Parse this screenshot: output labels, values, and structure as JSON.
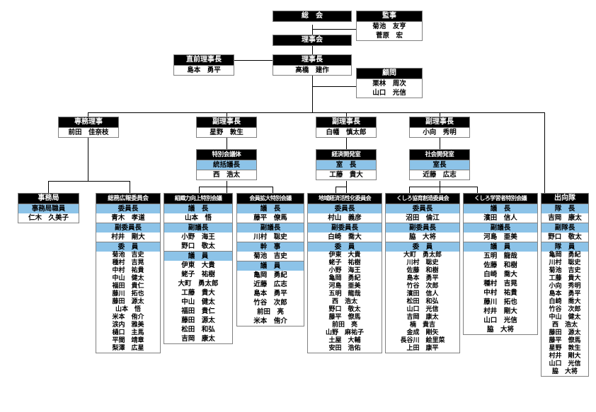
{
  "colors": {
    "header_bg": "#000000",
    "header_fg": "#ffffff",
    "role_bg": "#8cc3e8",
    "name_bg": "#ffffff",
    "border": "#808080",
    "line": "#000000"
  },
  "top": {
    "soukai": {
      "title": "総　会"
    },
    "kanji": {
      "title": "監事",
      "names": [
        "菊池　友亨",
        "菅原　宏"
      ]
    },
    "rijikai": {
      "title": "理事会"
    },
    "chokuzen": {
      "title": "直前理事長",
      "names": [
        "島本　勇平"
      ]
    },
    "rijicho": {
      "title": "理事長",
      "names": [
        "高橋　建作"
      ]
    },
    "komon": {
      "title": "顧問",
      "names": [
        "栗林　周次",
        "山口　光信"
      ]
    }
  },
  "exec": {
    "senmu": {
      "title": "専務理事",
      "names": [
        "前田　佳奈枝"
      ]
    },
    "fukuriji1": {
      "title": "副理事長",
      "names": [
        "星野　敦生"
      ]
    },
    "fukuriji2": {
      "title": "副理事長",
      "names": [
        "白幡　慎太郎"
      ]
    },
    "fukuriji3": {
      "title": "副理事長",
      "names": [
        "小向　秀明"
      ]
    }
  },
  "offices": {
    "tokubetsu": {
      "title": "特別会議体",
      "role": "統括議長",
      "name": "西　浩太"
    },
    "keizai": {
      "title": "経済開発室",
      "role": "室　長",
      "name": "工藤　貴大"
    },
    "shakai": {
      "title": "社会開発室",
      "role": "室長",
      "name": "近藤　広志"
    }
  },
  "columns": [
    {
      "id": "jimukyoku",
      "title": "事務局",
      "groups": [
        {
          "role": "事務局職員",
          "names": [
            "仁木　久美子"
          ]
        }
      ]
    },
    {
      "id": "soumu-kouhou",
      "title": "総務広報委員会",
      "groups": [
        {
          "role": "委員長",
          "names": [
            "青木　孝道"
          ]
        },
        {
          "role": "副委員長",
          "names": [
            "村井　剛大"
          ]
        },
        {
          "role": "委　員",
          "names": [
            "菊池　吉史",
            "種村　吉晃",
            "中村　祐貴",
            "中山　健太",
            "福田　貴仁",
            "藤川　拓也",
            "藤田　源太",
            "山本　悟",
            "米本　侑介",
            "涙内　雅美",
            "樋口　主馬",
            "平間　靖章",
            "梨澤　広星"
          ]
        }
      ]
    },
    {
      "id": "soshikiryoku",
      "title": "組織力向上特別会議",
      "groups": [
        {
          "role": "議　長",
          "names": [
            "山本　悟"
          ]
        },
        {
          "role": "副議長",
          "names": [
            "小野　海王",
            "野口　敬太"
          ]
        },
        {
          "role": "議　員",
          "names": [
            "伊東　大貴",
            "蛯子　祐樹",
            "大町　勇太郎",
            "工藤　貴大",
            "中山　健太",
            "福田　貴仁",
            "藤田　源太",
            "松田　和弘",
            "吉岡　康太"
          ]
        }
      ]
    },
    {
      "id": "kaiin-kakudai",
      "title": "会員拡大特別会議",
      "groups": [
        {
          "role": "議　長",
          "names": [
            "藤平　僚馬"
          ]
        },
        {
          "role": "副議長",
          "names": [
            "川村　聡史"
          ]
        },
        {
          "role": "幹　事",
          "names": [
            "菊池　吉史"
          ]
        },
        {
          "role": "議　員",
          "names": [
            "亀岡　勇紀",
            "近藤　広志",
            "島本　勇平",
            "竹谷　次郎",
            "前田　亮",
            "米本　侑介"
          ]
        }
      ]
    },
    {
      "id": "chiiki-keizai",
      "title": "地域経済活性化委員会",
      "groups": [
        {
          "role": "委員長",
          "names": [
            "村山　義彦"
          ]
        },
        {
          "role": "副委員長",
          "names": [
            "白崎　喬大"
          ]
        },
        {
          "role": "委　員",
          "names": [
            "伊東　大貴",
            "蛯子　祐樹",
            "小野　海王",
            "亀岡　勇紀",
            "河島　亜美",
            "五明　龍哉",
            "西　浩太",
            "野口　敬太",
            "藤平　僚馬",
            "前田　亮",
            "山野　麻祐子",
            "土屋　大輔",
            "安田　浩佑"
          ]
        }
      ]
    },
    {
      "id": "kushiro-kyouiku",
      "title": "くしろ協育創造委員会",
      "groups": [
        {
          "role": "委員長",
          "names": [
            "沼田　倫江"
          ]
        },
        {
          "role": "副委員長",
          "names": [
            "脇　大将"
          ]
        },
        {
          "role": "委　員",
          "names": [
            "大町　勇太郎",
            "川村　聡史",
            "佐藤　和樹",
            "島本　勇平",
            "竹谷　次郎",
            "濱田　信人",
            "松田　和弘",
            "山口　光信",
            "吉岡　康太",
            "楠　貴吉",
            "金成　剛矢",
            "長谷川　絵里菜",
            "上田　康平"
          ]
        }
      ]
    },
    {
      "id": "kushiro-gakushu",
      "title": "くしろ学習者特別会議",
      "groups": [
        {
          "role": "議　長",
          "names": [
            "濱田　信人"
          ]
        },
        {
          "role": "副議長",
          "names": [
            "河島　亜美"
          ]
        },
        {
          "role": "議　員",
          "names": [
            "五明　龍哉",
            "佐藤　和樹",
            "白崎　喬大",
            "種村　吉晃",
            "中村　祐貴",
            "藤川　拓也",
            "村井　剛大",
            "山口　光信",
            "脇　大将"
          ]
        }
      ]
    },
    {
      "id": "shukkoutai",
      "title": "出向隊",
      "groups": [
        {
          "role": "隊　長",
          "names": [
            "吉岡　康太"
          ]
        },
        {
          "role": "副隊長",
          "names": [
            "野口　敬太"
          ]
        },
        {
          "role": "隊　員",
          "names": [
            "亀岡　勇紀",
            "川村　聡史",
            "菊池　吉史",
            "工藤　貴大",
            "小向　秀明",
            "島本　勇平",
            "白崎　喬大",
            "竹谷　次郎",
            "中山　健太",
            "西　浩太",
            "藤田　源太",
            "藤平　僚馬",
            "星野　敦生",
            "村井　剛大",
            "山口　光信",
            "脇　大将"
          ]
        }
      ]
    }
  ]
}
